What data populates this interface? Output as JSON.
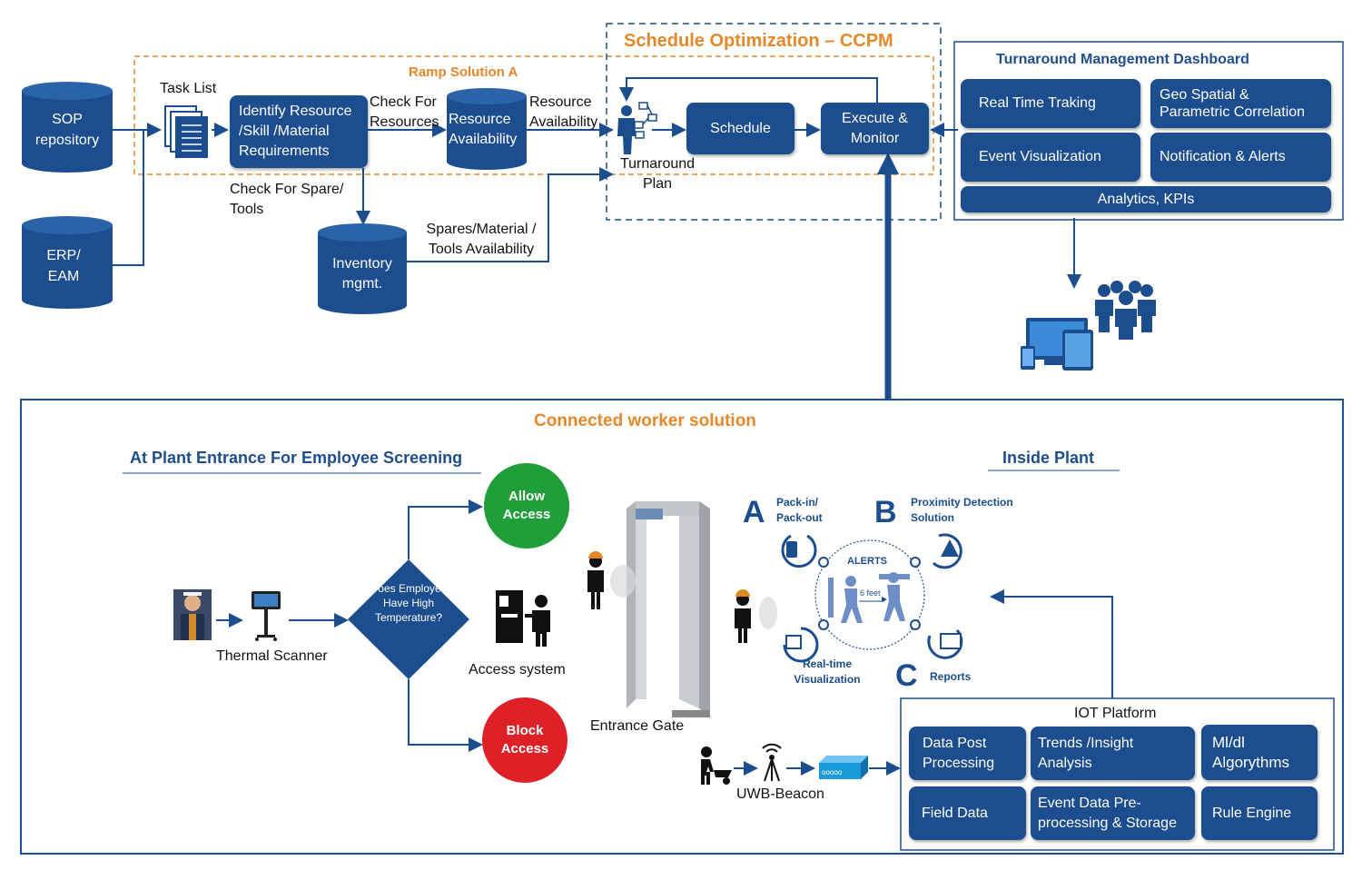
{
  "top": {
    "ramp_title": "Ramp Solution A",
    "ccpm_title": "Schedule Optimization – CCPM",
    "sop": "SOP repository",
    "erp": "ERP/ EAM",
    "task_list": "Task List",
    "identify": "Identify Resource /Skill /Material Requirements",
    "check_resources": "Check For Resources",
    "resource_avail": "Resource Availability",
    "resource_avail_label": "Resource Availability",
    "check_spare": "Check For Spare/ Tools",
    "inventory": "Inventory mgmt.",
    "spares": "Spares/Material / Tools Availability",
    "turnaround_plan": "Turnaround Plan",
    "schedule": "Schedule",
    "execute": "Execute & Monitor"
  },
  "dashboard": {
    "title": "Turnaround Management Dashboard",
    "real_time": "Real Time Traking",
    "geo": "Geo Spatial & Parametric Correlation",
    "event_vis": "Event Visualization",
    "notification": "Notification & Alerts",
    "analytics": "Analytics, KPIs"
  },
  "worker": {
    "title": "Connected worker solution",
    "entrance_title": "At Plant Entrance For Employee Screening",
    "inside_title": "Inside Plant",
    "thermal": "Thermal Scanner",
    "decision": "Does Employee Have High Temperature?",
    "allow": "Allow Access",
    "block": "Block Access",
    "access_system": "Access system",
    "entrance_gate": "Entrance Gate",
    "uwb": "UWB-Beacon",
    "a_letter": "A",
    "a_label": "Pack-in/ Pack-out",
    "b_letter": "B",
    "b_label": "Proximity Detection Solution",
    "c_letter": "C",
    "c_label": "Reports",
    "alerts": "ALERTS",
    "six_feet": "6 feet",
    "realtime_vis": "Real-time Visualization"
  },
  "iot": {
    "title": "IOT Platform",
    "data_post": "Data Post Processing",
    "trends": "Trends /Insight Analysis",
    "ml": "Ml/dl Algorythms",
    "field": "Field Data",
    "event_data": "Event Data Pre-processing & Storage",
    "rule": "Rule Engine"
  },
  "colors": {
    "navy": "#1b4d8f",
    "orange": "#e6882a",
    "green": "#1f9e3a",
    "red": "#e02027"
  }
}
